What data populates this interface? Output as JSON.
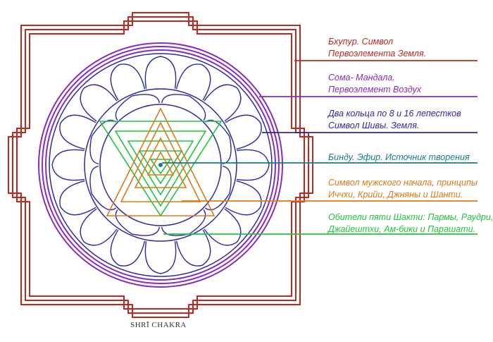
{
  "caption": "SHRĪ CHAKRA",
  "colors": {
    "bhupura": "#c0281e",
    "soma": "#8a2bb8",
    "lotus": "#2a2a9e",
    "bindu": "#1a7a8a",
    "shiva_triangles": "#e07818",
    "shakti_triangles": "#22c43a"
  },
  "labels": [
    {
      "line1": "Бхупур. Символ",
      "line2": "Первоэлемента Земля.",
      "color": "#c0281e"
    },
    {
      "line1": "Сома- Мандала.",
      "line2": "Первоэлемент Воздух",
      "color": "#8a2bb8"
    },
    {
      "line1": "Два кольца по 8 и 16 лепестков",
      "line2": "Символ Шивы. Земля.",
      "color": "#2a2a9e"
    },
    {
      "line1": "Бинду. Эфир. Источник творения",
      "line2": "",
      "color": "#1a7a8a"
    },
    {
      "line1": "Символ мужского начала, принципы",
      "line2": "Иччхи, Крийи, Джняны и Шанти.",
      "color": "#e07818"
    },
    {
      "line1": "Обители пяти Шакти: Пармы, Раудри,",
      "line2": "Джайештхи, Ам-бики и Парашати.",
      "color": "#22c43a"
    }
  ]
}
